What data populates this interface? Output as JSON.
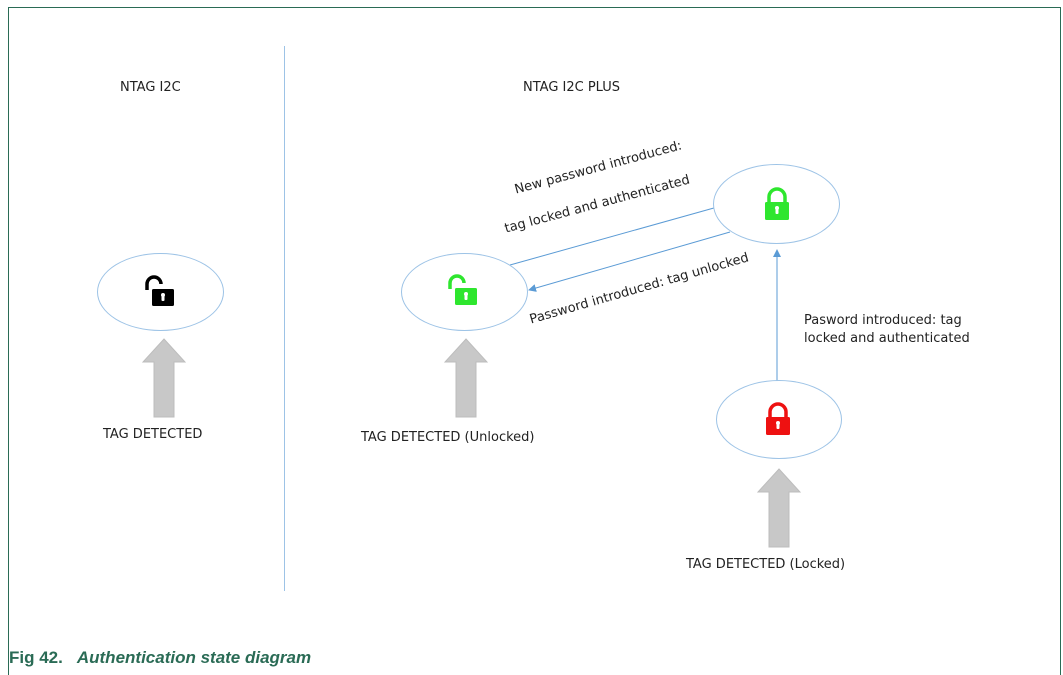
{
  "left_panel": {
    "title": "NTAG I2C",
    "node_label": "TAG DETECTED"
  },
  "right_panel": {
    "title": "NTAG I2C PLUS",
    "unlocked_label": "TAG DETECTED (Unlocked)",
    "locked_label": "TAG DETECTED (Locked)",
    "edge_to_auth": [
      "New password introduced:",
      "tag locked and authenticated"
    ],
    "edge_to_unlocked": "Password introduced: tag unlocked",
    "edge_from_locked": [
      "Pasword introduced: tag",
      "locked and authenticated"
    ]
  },
  "colors": {
    "black_lock": "#000000",
    "green_lock": "#2ee62e",
    "red_lock": "#ee1111",
    "oval_border": "#9dc3e6",
    "arrow_fill": "#c8c8c8",
    "caption": "#2a6b55"
  },
  "icons": {
    "left_node": "unlocked-padlock-black",
    "unlocked_node": "unlocked-padlock-green",
    "authenticated_node": "locked-padlock-green",
    "locked_node": "locked-padlock-red"
  },
  "caption": {
    "number": "Fig 42.",
    "title": "Authentication state diagram"
  }
}
